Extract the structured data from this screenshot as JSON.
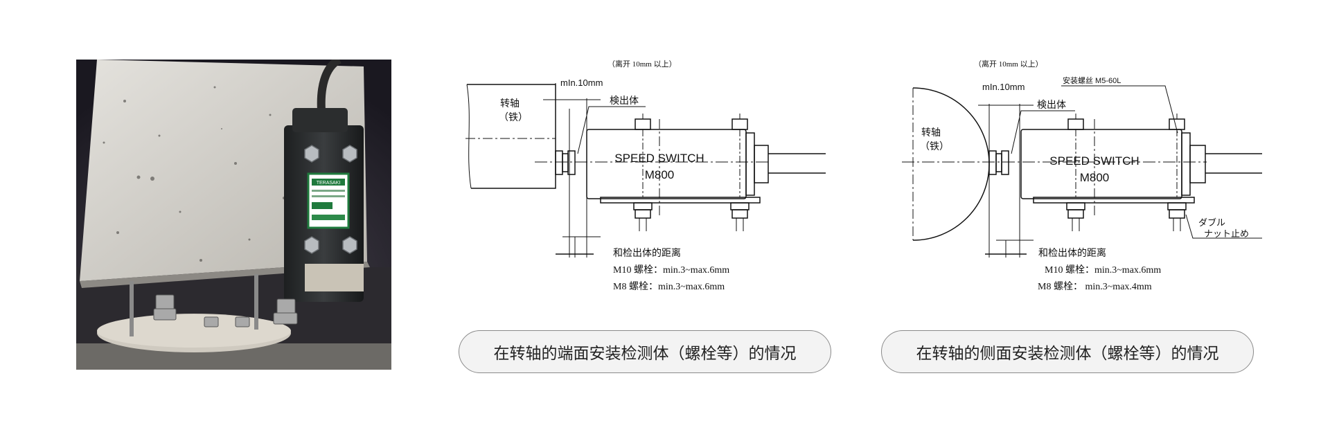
{
  "photo": {
    "label_text": "TERASAKI"
  },
  "diagram_left": {
    "top_note": "（离开 10mm 以上）",
    "min_dim": "mIn.10mm",
    "shaft_label": "转轴",
    "shaft_material": "（铁）",
    "detector_label": "検出体",
    "body_line1": "SPEED SWITCH",
    "body_line2": "M800",
    "distance_title": "和检出体的距离",
    "spec_m10": "M10 螺栓：min.3~max.6mm",
    "spec_m8": "M8 螺栓：min.3~max.6mm",
    "caption": "在转轴的端面安装检测体（螺栓等）的情况"
  },
  "diagram_right": {
    "top_note": "（离开 10mm 以上）",
    "min_dim": "mIn.10mm",
    "mount_note": "安装螺丝 M5-60L",
    "shaft_label": "转轴",
    "shaft_material": "（铁）",
    "detector_label": "検出体",
    "body_line1": "SPEED SWITCH",
    "body_line2": "M800",
    "double_nut_1": "ダブル",
    "double_nut_2": "ナット止め",
    "distance_title": "和检出体的距离",
    "spec_m10": "M10 螺栓：min.3~max.6mm",
    "spec_m8": "M8 螺栓： min.3~max.4mm",
    "caption": "在转轴的侧面安装检测体（螺栓等）的情况"
  }
}
